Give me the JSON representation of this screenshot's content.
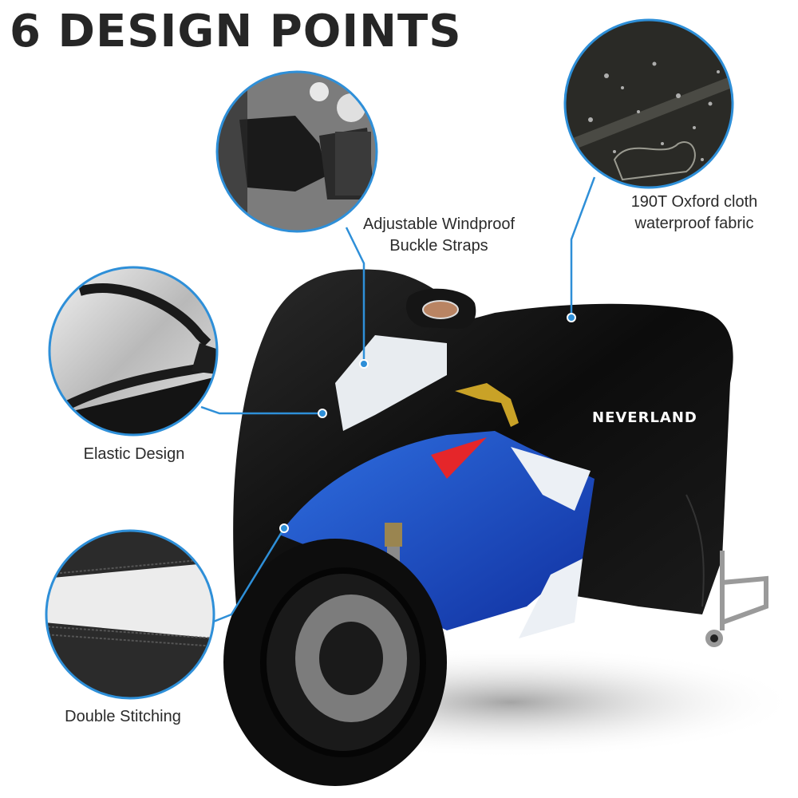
{
  "header": {
    "title": "6 DESIGN POINTS"
  },
  "brand": {
    "logo_text": "NEVERLAND"
  },
  "colors": {
    "accent": "#2e8fd8",
    "title": "#262626",
    "label": "#2b2b2b",
    "cover": "#111111",
    "fairing_blue": "#1a45c0"
  },
  "features": [
    {
      "id": "buckle",
      "icon": "buckle-strap-detail",
      "label_line1": "Adjustable Windproof",
      "label_line2": "Buckle Straps"
    },
    {
      "id": "fabric",
      "icon": "water-droplets-fabric-detail",
      "label_line1": "190T Oxford cloth",
      "label_line2": "waterproof fabric"
    },
    {
      "id": "elastic",
      "icon": "elastic-hem-detail",
      "label_line1": "Elastic Design",
      "label_line2": ""
    },
    {
      "id": "stitching",
      "icon": "double-stitch-seam-detail",
      "label_line1": "Double Stitching",
      "label_line2": ""
    }
  ]
}
